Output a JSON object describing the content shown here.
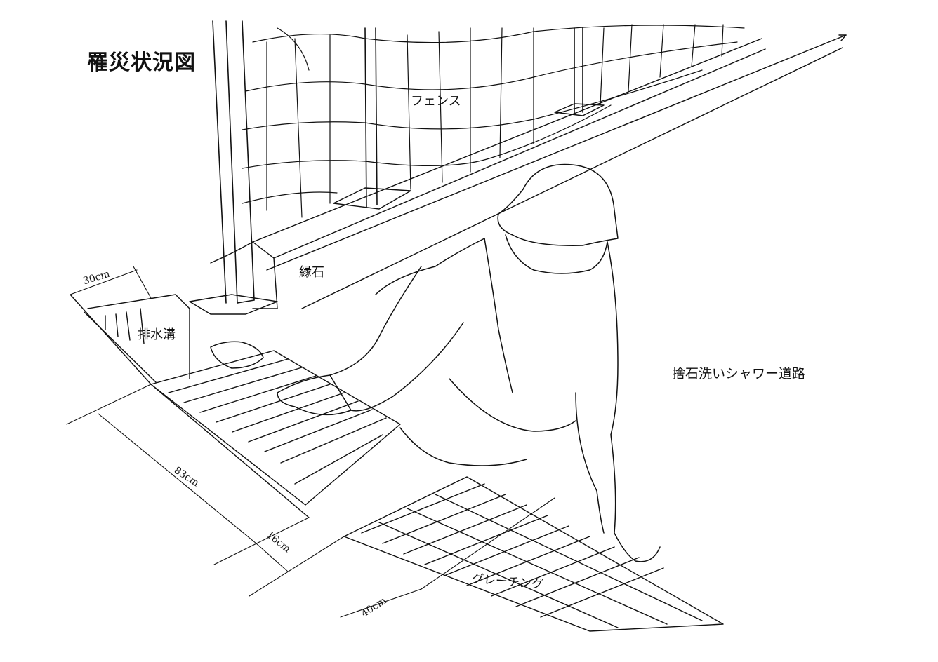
{
  "title": "罹災状況図",
  "labels": {
    "fence": "フェンス",
    "curb": "縁石",
    "drain": "排水溝",
    "road": "捨石洗いシャワー道路",
    "grating": "グレーチング"
  },
  "dimensions": {
    "d30": "30cm",
    "d83": "83cm",
    "d16": "16cm",
    "d40": "40cm"
  },
  "colors": {
    "ink": "#111111",
    "paper": "#ffffff"
  }
}
